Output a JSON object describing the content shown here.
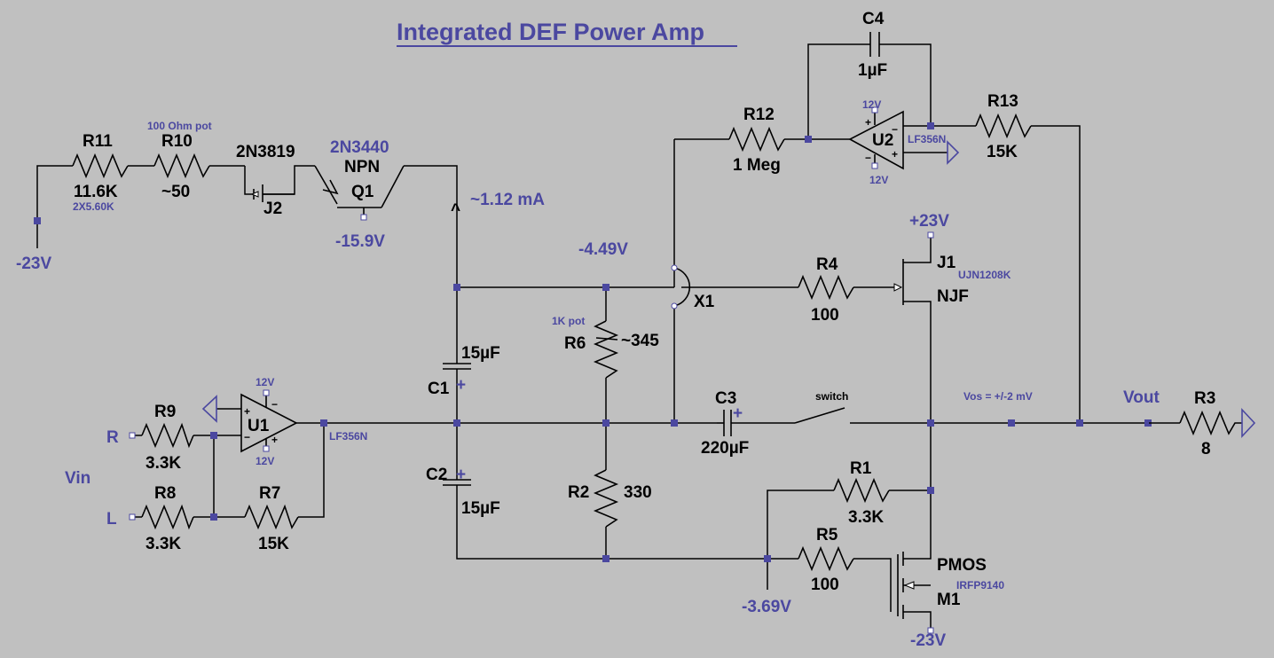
{
  "title": "Integrated DEF Power Amp",
  "components": {
    "R11": {
      "ref": "R11",
      "value": "11.6K",
      "note": "2X5.60K"
    },
    "R10": {
      "ref": "R10",
      "value": "~50",
      "note": "100 Ohm pot"
    },
    "J2": {
      "ref": "J2",
      "model": "2N3819"
    },
    "Q1": {
      "ref": "Q1",
      "model": "2N3440",
      "type": "NPN"
    },
    "R12": {
      "ref": "R12",
      "value": "1 Meg"
    },
    "C4": {
      "ref": "C4",
      "value": "1µF"
    },
    "U2": {
      "ref": "U2",
      "model": "LF356N",
      "vplus": "12V",
      "vminus": "12V"
    },
    "R13": {
      "ref": "R13",
      "value": "15K"
    },
    "C1": {
      "ref": "C1",
      "value": "15µF"
    },
    "C2": {
      "ref": "C2",
      "value": "15µF"
    },
    "R6": {
      "ref": "R6",
      "value": "~345",
      "note": "1K pot"
    },
    "R2": {
      "ref": "R2",
      "value": "330"
    },
    "X1": {
      "ref": "X1"
    },
    "R4": {
      "ref": "R4",
      "value": "100"
    },
    "J1": {
      "ref": "J1",
      "model": "UJN1208K",
      "type": "NJF"
    },
    "C3": {
      "ref": "C3",
      "value": "220µF"
    },
    "SW": {
      "label": "switch"
    },
    "R3": {
      "ref": "R3",
      "value": "8"
    },
    "R1": {
      "ref": "R1",
      "value": "3.3K"
    },
    "R5": {
      "ref": "R5",
      "value": "100"
    },
    "M1": {
      "ref": "M1",
      "model": "IRFP9140",
      "type": "PMOS"
    },
    "U1": {
      "ref": "U1",
      "model": "LF356N",
      "vplus": "12V",
      "vminus": "12V"
    },
    "R9": {
      "ref": "R9",
      "value": "3.3K"
    },
    "R8": {
      "ref": "R8",
      "value": "3.3K"
    },
    "R7": {
      "ref": "R7",
      "value": "15K"
    }
  },
  "nets": {
    "neg23_left": "-23V",
    "q1_base": "-15.9V",
    "current": "~1.12 mA",
    "node_449": "-4.49V",
    "pos23": "+23V",
    "node_369": "-3.69V",
    "neg23_bottom": "-23V",
    "vout": "Vout",
    "vos": "Vos = +/-2 mV",
    "vin": "Vin",
    "in_r": "R",
    "in_l": "L"
  },
  "opamp_symbols": {
    "plus": "+",
    "minus": "−"
  },
  "cap_polarity": "+",
  "arrow_glyph": "^"
}
